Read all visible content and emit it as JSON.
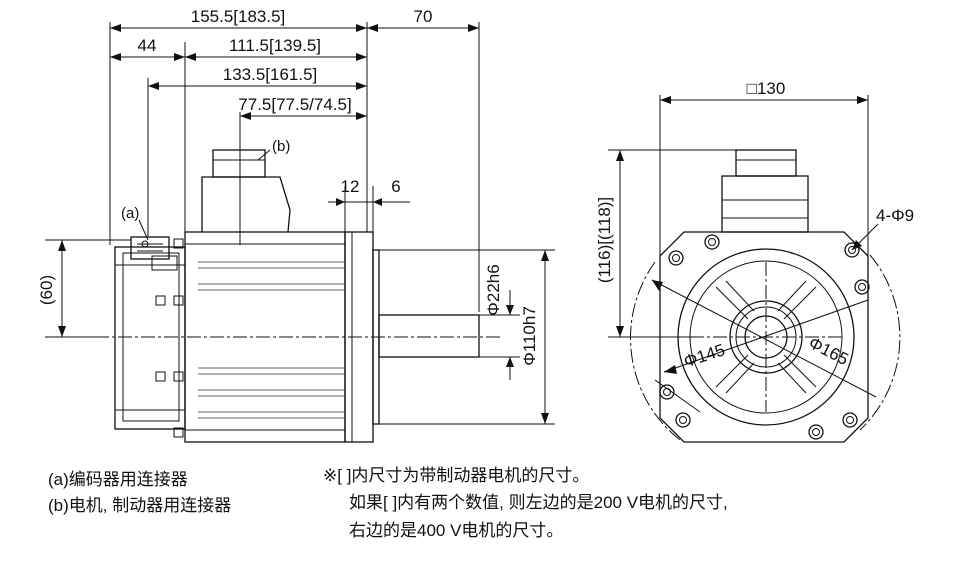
{
  "dimensions": {
    "total_length": "155.5[183.5]",
    "shaft_length": "70",
    "encoder_length": "44",
    "body_length": "111.5[139.5]",
    "connector_a_pos": "133.5[161.5]",
    "connector_b_pos": "77.5[77.5/74.5]",
    "flange_thickness": "12",
    "spigot_depth": "6",
    "height_60": "(60)",
    "shaft_diameter": "Φ22h6",
    "spigot_diameter": "Φ110h7",
    "flange_square": "□130",
    "connector_height": "(116)[(118)]",
    "mount_holes": "4-Φ9",
    "pcd_145": "Φ145",
    "pcd_165": "Φ165"
  },
  "labels": {
    "a": "(a)",
    "b": "(b)"
  },
  "legend": {
    "a": "(a)编码器用连接器",
    "b": "(b)电机, 制动器用连接器"
  },
  "notes": {
    "line1": "※[ ]内尺寸为带制动器电机的尺寸。",
    "line2": "如果[ ]内有两个数值, 则左边的是200 V电机的尺寸,",
    "line3": "右边的是400 V电机的尺寸。"
  }
}
